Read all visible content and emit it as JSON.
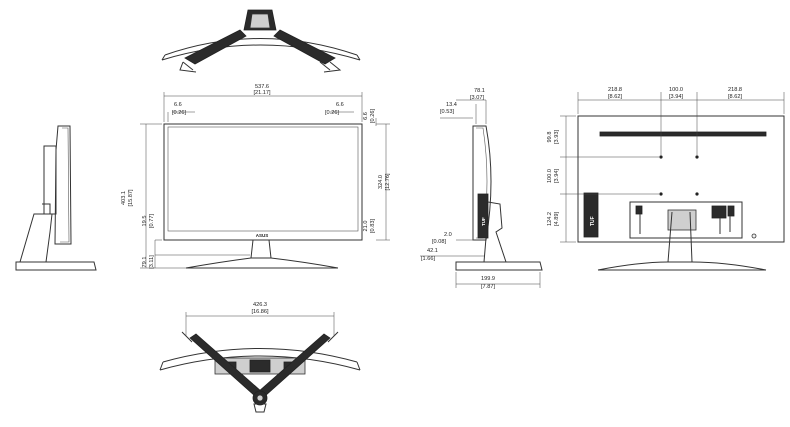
{
  "dimensions": {
    "top_width": {
      "mm": "537.6",
      "in": "[21.17]"
    },
    "left_bezel": {
      "mm": "6.6",
      "in": "[0.26]"
    },
    "right_bezel": {
      "mm": "6.6",
      "in": "[0.26]"
    },
    "top_bezel": {
      "mm": "6.6",
      "in": "[0.26]"
    },
    "panel_height": {
      "mm": "324.0",
      "in": "[12.76]"
    },
    "bottom_bezel": {
      "mm": "21.0",
      "in": "[0.83]"
    },
    "overall_height": {
      "mm": "403.1",
      "in": "[15.87]"
    },
    "bottom_to_panel": {
      "mm": "19.5",
      "in": "[0.77]"
    },
    "base_height": {
      "mm": "79.1",
      "in": "[3.11]"
    },
    "side_top_depth": {
      "mm": "78.1",
      "in": "[3.07]"
    },
    "side_curve_depth": {
      "mm": "13.4",
      "in": "[0.53]"
    },
    "side_tilt": {
      "mm": "2.0",
      "in": "[0.08]"
    },
    "side_base_offset": {
      "mm": "42.1",
      "in": "[1.66]"
    },
    "side_base_depth": {
      "mm": "199.9",
      "in": "[7.87]"
    },
    "base_width": {
      "mm": "426.3",
      "in": "[16.86]"
    },
    "rear_left": {
      "mm": "218.8",
      "in": "[8.62]"
    },
    "rear_vesa_w": {
      "mm": "100.0",
      "in": "[3.94]"
    },
    "rear_right": {
      "mm": "218.8",
      "in": "[8.62]"
    },
    "rear_top": {
      "mm": "99.8",
      "in": "[3.93]"
    },
    "rear_vesa_h": {
      "mm": "100.0",
      "in": "[3.94]"
    },
    "rear_bottom": {
      "mm": "124.2",
      "in": "[4.89]"
    }
  },
  "brand_logo": "ASUS",
  "rear_logo": "TUF",
  "side_logo": "TUF"
}
